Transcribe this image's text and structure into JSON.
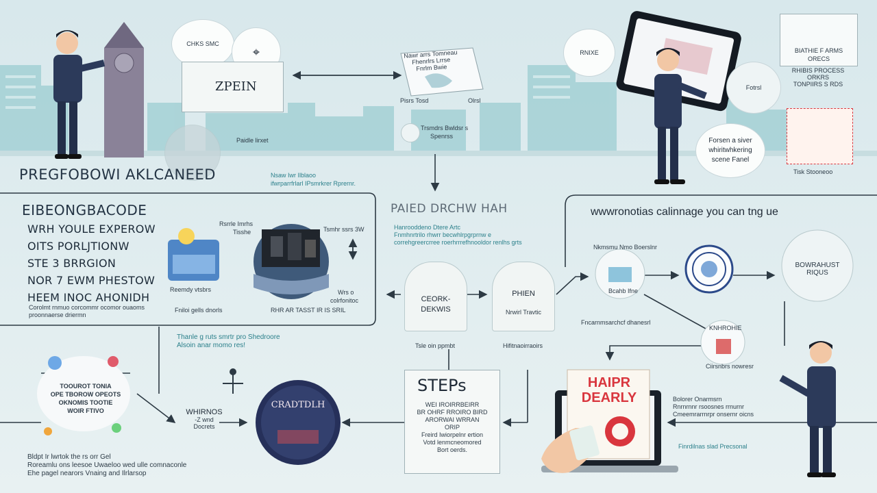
{
  "top": {
    "left_bubble_text": "CHKS SMC",
    "zpein_label": "ZPEIN",
    "doc_note_lines": [
      "Nawr arrs Tomneau",
      "Fhenrlrs Lrrse",
      "Fnrlm Bwie"
    ],
    "doc_caption_left": "Pisrs Tosd",
    "doc_caption_right": "Olrsl",
    "doc_caption_bottom": "Trsmdrs Bwldsr s",
    "doc_caption_bottom2": "Spenrss",
    "sky_caption": "Paidle lirxet",
    "tablet_bubble_text": "RNIXE",
    "tablet_side_bubble": "Fotrsl",
    "speech_bubble": "Forsen a siver whiritwhkering scene Fanel",
    "right_panel_title": [
      "BIATHIE F ARMS",
      "ORECS"
    ],
    "right_panel_sub": [
      "RHIBIS PROCESS",
      "ORKRS",
      "TONPIIRS S RDS"
    ],
    "right_panel_footer": "Tisk Stooneoo"
  },
  "left_heading": "PREGFOBOWI AKLCANEED",
  "left_section": {
    "title": "EIBEONGBACODE",
    "items": [
      {
        "num": "",
        "text": "WRH YOULE EXPEROW"
      },
      {
        "num": "",
        "text": "OITS PORLJTIONW"
      },
      {
        "num": "",
        "text": "STE 3 BRRGION"
      },
      {
        "num": "",
        "text": "NOR 7 EWM PHESTOW"
      },
      {
        "num": "",
        "text": "HEEM INOC AHONIDH"
      }
    ],
    "footnote": "Corolmt rnmuo corcommr ocomor ouaoms proonnaerse driermn",
    "img1_label": "Reemdy vtsbrs",
    "img1_caption": "Fniloi gells dnorls",
    "img2_top": "Rsrrle Imrhs",
    "img2_top2": "Tisshe",
    "img2_caption": "RHR AR TASST IR IS SRIL",
    "img2_side": "Tsmhr ssrs 3W"
  },
  "center_top": {
    "note": [
      "Nsaw Iwr Ilblaoo",
      "ifwrparrfrlarl IPsmrkrer Rprernr."
    ],
    "title": "PAIED DRCHW HAH",
    "desc": [
      "Hanrooddeno Dtere Artc",
      "Fnmhnrtrilo rhwrr becwhlrpgrprnw e",
      "correhgreercrree roerhrrrefhnooldor renlhs grts"
    ]
  },
  "side_labels": {
    "upper_right_of_photo": "Wrs o",
    "lower_right_of_photo": "colrfonitoc"
  },
  "arches": [
    {
      "title": "CEORK-",
      "sub": "DEKWIS",
      "caption": "Tsle oin ppmbt"
    },
    {
      "title": "PHIEN",
      "sub": "Nrwirl Travtic",
      "caption": "Hifitnaoirraoirs"
    }
  ],
  "right_section": {
    "heading": "wwwronotias calinnage you can tng ue",
    "node1_label": "Bcahb Ifne",
    "node1_top": "Nkmsmu Nmo Boerslnr",
    "node2_label": "",
    "node3_label": "BOWRAHUST RIQUS",
    "caption_under": "Fncarnmsarchcf dhanesrl",
    "node4_label": "KNHROHIE",
    "node4_caption": "Ciirsnbrs nowresr"
  },
  "mid_note": [
    "Thanle g ruts smrtr pro Shedroore",
    "Alsoin anar momo res!"
  ],
  "bottom": {
    "collage_text": [
      "TOOUROT TONIA",
      "OPE TBOROW OPEOTS",
      "OKNOMIS TOOTIE",
      "WOIR FTIVO"
    ],
    "whirlnos_title": "WHIRNOS",
    "whirlnos_sub": [
      "-Z wnd",
      "Docrets"
    ],
    "circle_title": "CRADTDLH",
    "steps_title": "STEPs",
    "steps_lines": [
      "WEI IROIRRBEIRR",
      "BR OHRF RROIRO BIRD",
      "ARORWAI WRRAN",
      "ORIP",
      "Freird Iwiorpelnr ertion",
      "Votd lenmcneomored",
      "Bort oerds."
    ],
    "poster_text": [
      "HAIPR",
      "DEARLY"
    ],
    "right_caption": [
      "Bolorer Onarmsrn",
      "Rnrnrnnr rsoosnes rrnurnr",
      "Cmeemrarrnrpr onsernr oicns"
    ],
    "laptop_caption": "Finrdilnas slad Precsonal",
    "footnote": [
      "Bldpt Ir lwrtok the rs orr Gel",
      "Roreamlu ons leesoe Uwaeloo wed ulle comnaconle",
      "Ehe pagel nearors Vnaing and Ilrlarsop"
    ]
  },
  "colors": {
    "background": "#e4eef0",
    "teal": "#7fb8bd",
    "line": "#2d3a44",
    "navy": "#2c3a5a",
    "accent_red": "#d9363e"
  }
}
